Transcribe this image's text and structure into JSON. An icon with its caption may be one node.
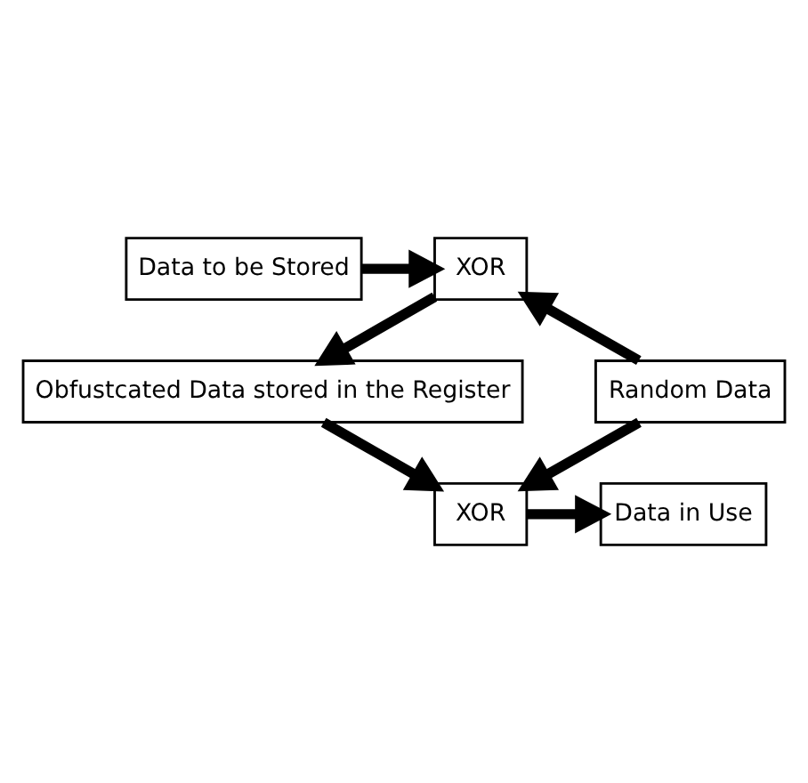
{
  "diagram": {
    "nodes": [
      {
        "text": [
          "Data to be Stored"
        ]
      },
      {
        "text": [
          "XOR"
        ]
      },
      {
        "text": [
          "Random Data"
        ]
      },
      {
        "text": [
          "Obfustcated Data stored in the Register"
        ]
      },
      {
        "text": [
          "XOR"
        ]
      },
      {
        "text": [
          "Data in Use"
        ]
      }
    ],
    "edges": [
      {
        "from": 0,
        "to": 1,
        "arrow": "to"
      },
      {
        "from": 2,
        "to": 1,
        "arrow": "to"
      },
      {
        "from": 1,
        "to": 3,
        "arrow": "to"
      },
      {
        "from": 3,
        "to": 4,
        "arrow": "to"
      },
      {
        "from": 2,
        "to": 4,
        "arrow": "to"
      },
      {
        "from": 4,
        "to": 5,
        "arrow": "to"
      }
    ]
  }
}
